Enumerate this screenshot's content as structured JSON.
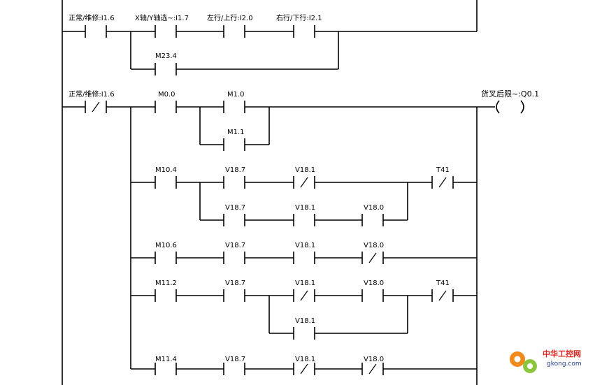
{
  "rung1": {
    "contacts": [
      {
        "label": "正常/维修:I1.6",
        "type": "NO"
      },
      {
        "label": "X轴/Y轴选~:I1.7",
        "type": "NO"
      },
      {
        "label": "左行/上行:I2.0",
        "type": "NO"
      },
      {
        "label": "右行/下行:I2.1",
        "type": "NO"
      },
      {
        "label": "M23.4",
        "type": "NO"
      }
    ]
  },
  "rung2": {
    "main_contact": {
      "label": "正常/维修:I1.6",
      "type": "NC"
    },
    "coil": {
      "label": "货叉后限~:Q0.1"
    },
    "b1": [
      {
        "label": "M0.0",
        "type": "NO"
      },
      {
        "label": "M1.0",
        "type": "NO"
      },
      {
        "label": "M1.1",
        "type": "NO"
      }
    ],
    "b2": [
      {
        "label": "M10.4",
        "type": "NO"
      },
      {
        "label": "V18.7",
        "type": "NO"
      },
      {
        "label": "V18.1",
        "type": "NC"
      },
      {
        "label": "T41",
        "type": "NC"
      },
      {
        "label": "V18.7",
        "type": "NO"
      },
      {
        "label": "V18.1",
        "type": "NO"
      },
      {
        "label": "V18.0",
        "type": "NO"
      }
    ],
    "b3": [
      {
        "label": "M10.6",
        "type": "NO"
      },
      {
        "label": "V18.7",
        "type": "NO"
      },
      {
        "label": "V18.1",
        "type": "NO"
      },
      {
        "label": "V18.0",
        "type": "NC"
      }
    ],
    "b4": [
      {
        "label": "M11.2",
        "type": "NO"
      },
      {
        "label": "V18.7",
        "type": "NO"
      },
      {
        "label": "V18.1",
        "type": "NC"
      },
      {
        "label": "V18.0",
        "type": "NO"
      },
      {
        "label": "T41",
        "type": "NC"
      },
      {
        "label": "V18.1",
        "type": "NO"
      }
    ],
    "b5": [
      {
        "label": "M11.4",
        "type": "NO"
      },
      {
        "label": "V18.7",
        "type": "NO"
      },
      {
        "label": "V18.1",
        "type": "NC"
      },
      {
        "label": "V18.0",
        "type": "NC"
      }
    ]
  },
  "watermark": {
    "name": "中华工控网",
    "url": "gkong.com",
    "colors": {
      "orange": "#f08a1c",
      "green": "#8cc63f",
      "red": "#d9261c",
      "blue": "#1e3c8c"
    }
  }
}
